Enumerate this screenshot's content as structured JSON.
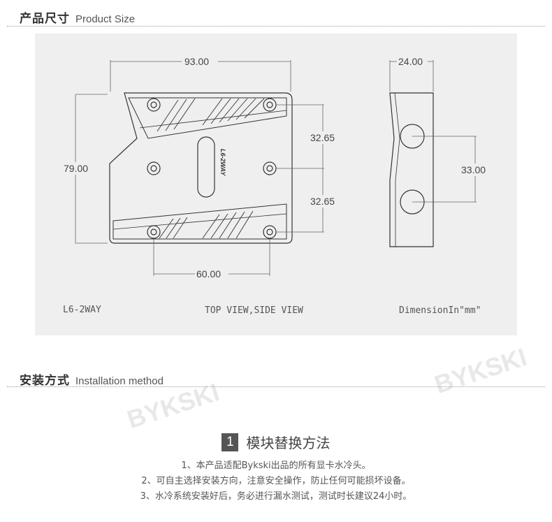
{
  "product_size": {
    "title_cn": "产品尺寸",
    "title_en": "Product Size"
  },
  "drawing": {
    "top_view": {
      "width_label": "93.00",
      "height_label": "79.00",
      "upper_spacing_label": "32.65",
      "lower_spacing_label": "32.65",
      "bottom_spacing_label": "60.00",
      "engraving": "L6-2WAY"
    },
    "side_view": {
      "width_label": "24.00",
      "port_spacing_label": "33.00"
    },
    "captions": {
      "model": "L6-2WAY",
      "views": "TOP VIEW,SIDE VIEW",
      "units": "DimensionIn\"mm\""
    }
  },
  "installation": {
    "title_cn": "安装方式",
    "title_en": "Installation method",
    "step_number": "1",
    "step_title": "模块替换方法",
    "notes": [
      "1、本产品适配Bykski出品的所有显卡水冷头。",
      "2、可自主选择安装方向，注意安全操作，防止任何可能损坏设备。",
      "3、水冷系统安装好后，务必进行漏水测试，测试时长建议24小时。"
    ]
  },
  "watermark_text": "BYKSKI",
  "colors": {
    "panel": "#efefef",
    "line": "#333333",
    "dim_line": "#666666"
  }
}
